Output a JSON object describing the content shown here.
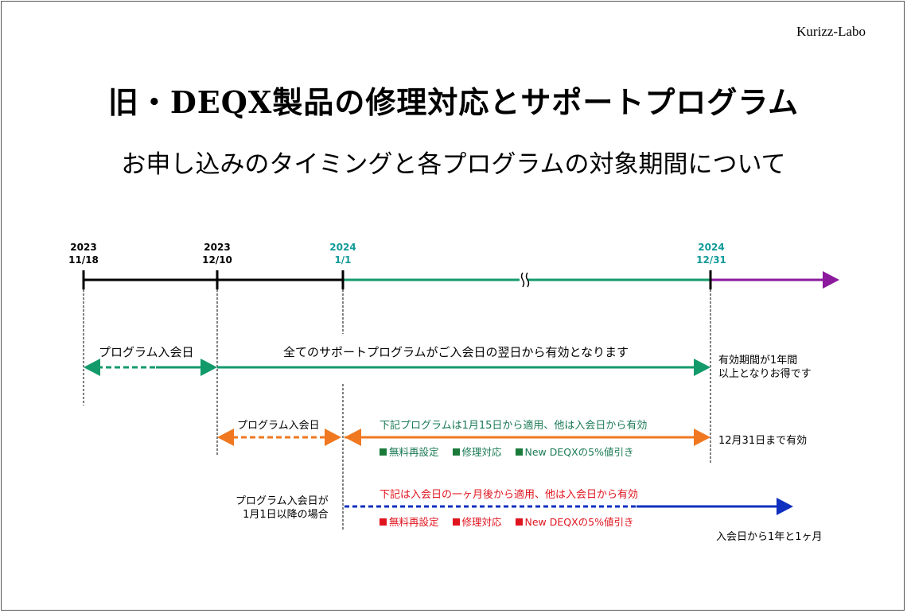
{
  "brand": "Kurizz-Labo",
  "title": "旧・DEQX製品の修理対応とサポートプログラム",
  "subtitle": "お申し込みのタイミングと各プログラムの対象期間について",
  "timeline": {
    "dates": [
      {
        "year": "2023",
        "day": "11/18"
      },
      {
        "year": "2023",
        "day": "12/10"
      },
      {
        "year": "2024",
        "day": "1/1"
      },
      {
        "year": "2024",
        "day": "12/31"
      }
    ]
  },
  "row1": {
    "left_label": "プログラム入会日",
    "main_label": "全てのサポートプログラムがご入会日の翌日から有効となります",
    "note_line1": "有効期間が1年間",
    "note_line2": "以上となりお得です"
  },
  "row2": {
    "left_label": "プログラム入会日",
    "main_label": "下記プログラムは1月15日から適用、他は入会日から有効",
    "features": [
      "無料再設定",
      "修理対応",
      "New DEQXの5%値引き"
    ],
    "note": "12月31日まで有効"
  },
  "row3": {
    "left_line1": "プログラム入会日が",
    "left_line2": "1月1日以降の場合",
    "main_label": "下記は入会日の一ヶ月後から適用、他は入会日から有効",
    "features": [
      "無料再設定",
      "修理対応",
      "New DEQXの5%値引き"
    ],
    "note": "入会日から1年と1ヶ月"
  },
  "colors": {
    "black": "#000000",
    "green": "#139a6b",
    "purple": "#8b1a9c",
    "orange": "#f07820",
    "blue": "#1030c0",
    "green_text": "#1a7a55",
    "red_text": "#e0141e",
    "green_square": "#1a7a3a",
    "red_square": "#e0141e"
  }
}
